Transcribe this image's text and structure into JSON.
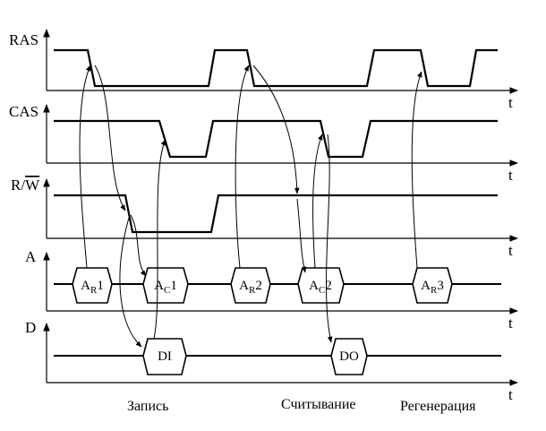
{
  "signals": {
    "ras": "RAS",
    "cas": "CAS",
    "rw": {
      "main": "R/",
      "bar": "W"
    },
    "addr": "A",
    "data": "D"
  },
  "time_label": "t",
  "addr_segments": [
    {
      "base": "A",
      "sub": "R",
      "suffix": "1"
    },
    {
      "base": "A",
      "sub": "C",
      "suffix": "1"
    },
    {
      "base": "A",
      "sub": "R",
      "suffix": "2"
    },
    {
      "base": "A",
      "sub": "C",
      "suffix": "2"
    },
    {
      "base": "A",
      "sub": "R",
      "suffix": "3"
    }
  ],
  "data_segments": [
    "DI",
    "DO"
  ],
  "phases": [
    "Запись",
    "Считывание",
    "Регенерация"
  ]
}
